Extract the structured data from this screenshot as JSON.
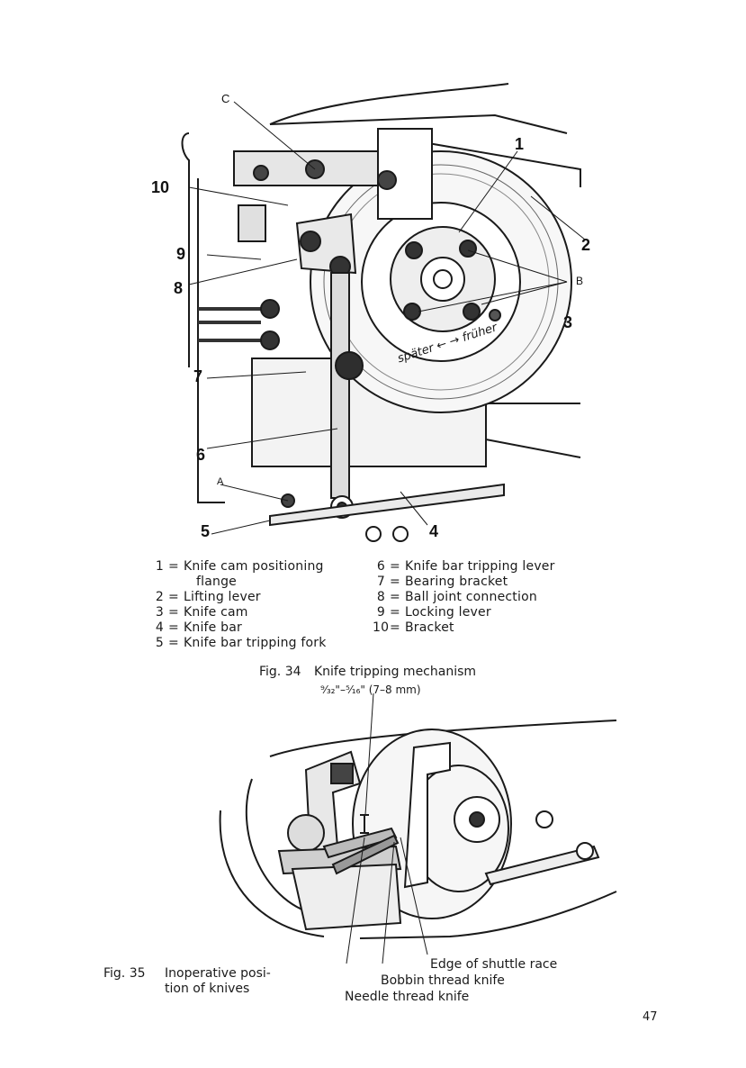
{
  "figure34": {
    "callouts": [
      "1",
      "2",
      "3",
      "4",
      "5",
      "6",
      "7",
      "8",
      "9",
      "10",
      "A",
      "B",
      "C"
    ],
    "engraved_text": "später ← → früher",
    "legend_left": [
      {
        "num": "1",
        "text": "Knife cam positioning",
        "cont": "flange"
      },
      {
        "num": "2",
        "text": "Lifting lever"
      },
      {
        "num": "3",
        "text": "Knife cam"
      },
      {
        "num": "4",
        "text": "Knife bar"
      },
      {
        "num": "5",
        "text": "Knife bar tripping fork"
      }
    ],
    "legend_right": [
      {
        "num": "6",
        "text": "Knife bar tripping lever"
      },
      {
        "num": "7",
        "text": "Bearing bracket"
      },
      {
        "num": "8",
        "text": "Ball joint connection"
      },
      {
        "num": "9",
        "text": "Locking lever"
      },
      {
        "num": "10",
        "text": "Bracket"
      }
    ],
    "legend_eq": "=",
    "caption_label": "Fig. 34",
    "caption_text": "Knife tripping mechanism"
  },
  "figure35": {
    "dimension": "⁹⁄₃₂\"–⁵⁄₁₆\" (7–8 mm)",
    "labels": [
      "Edge of shuttle race",
      "Bobbin thread knife",
      "Needle thread knife"
    ],
    "caption_label": "Fig. 35",
    "caption_line1": "Inoperative posi-",
    "caption_line2": "tion of knives"
  },
  "page_number": "47"
}
